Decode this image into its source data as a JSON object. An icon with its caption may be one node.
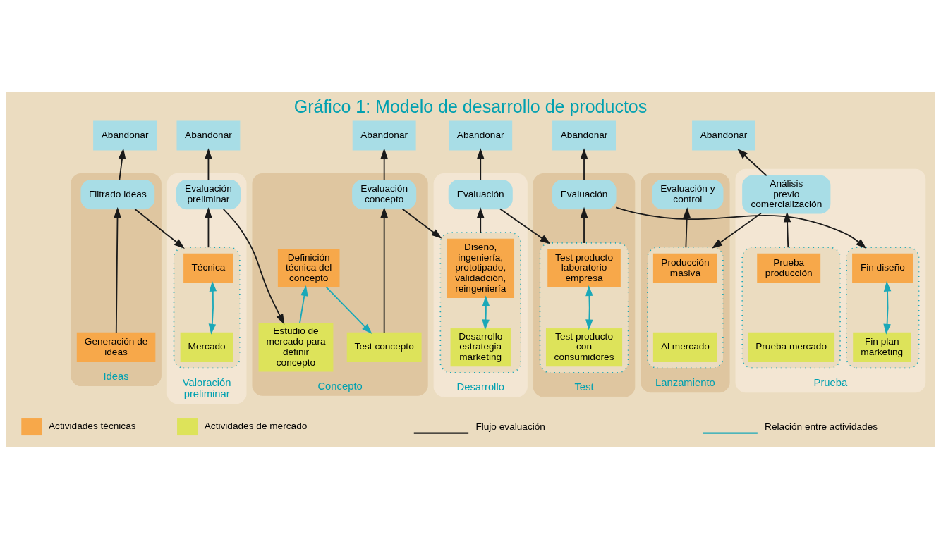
{
  "diagram": {
    "title": "Gráfico 1: Modelo de desarrollo de productos",
    "nodes": [
      {
        "text": [
          "Abandonar"
        ]
      },
      {
        "text": [
          "Abandonar"
        ]
      },
      {
        "text": [
          "Abandonar"
        ]
      },
      {
        "text": [
          "Abandonar"
        ]
      },
      {
        "text": [
          "Abandonar"
        ]
      },
      {
        "text": [
          "Abandonar"
        ]
      },
      {
        "text": [
          "Ideas"
        ]
      },
      {
        "text": [
          "Filtrado ideas"
        ],
        "in": 6
      },
      {
        "text": [
          "Generación de ideas"
        ],
        "in": 6
      },
      {
        "text": [
          "Valoración preliminar"
        ]
      },
      {
        "text": [
          "Evaluación preliminar"
        ],
        "in": 9
      },
      {
        "text": [],
        "shape": "box",
        "in": 9
      },
      {
        "text": [
          "Técnica"
        ],
        "in": 11
      },
      {
        "text": [
          "Mercado"
        ],
        "in": 11
      },
      {
        "text": [
          "Concepto"
        ]
      },
      {
        "text": [
          "Evaluación concepto"
        ],
        "in": 14
      },
      {
        "text": [
          "Definición técnica del concepto"
        ],
        "in": 14
      },
      {
        "text": [
          "Estudio de mercado para definir concepto"
        ],
        "in": 14
      },
      {
        "text": [
          "Test concepto"
        ],
        "in": 14
      },
      {
        "text": [
          "Desarrollo"
        ]
      },
      {
        "text": [
          "Evaluación"
        ],
        "in": 19
      },
      {
        "text": [],
        "shape": "box",
        "in": 19
      },
      {
        "text": [
          "Diseño, ingeniería, prototipado, validadción, reingeniería"
        ],
        "in": 21
      },
      {
        "text": [
          "Desarrollo estrategia marketing"
        ],
        "in": 21
      },
      {
        "text": [
          "Test"
        ]
      },
      {
        "text": [
          "Evaluación"
        ],
        "in": 24
      },
      {
        "text": [],
        "shape": "box",
        "in": 24
      },
      {
        "text": [
          "Test producto laboratorio empresa"
        ],
        "in": 26
      },
      {
        "text": [
          "Test producto con consumidores"
        ],
        "in": 26
      },
      {
        "text": [
          "Prueba"
        ]
      },
      {
        "text": [
          "Análisis previo comercialización"
        ],
        "in": 29
      },
      {
        "text": [],
        "shape": "box",
        "in": 29
      },
      {
        "text": [
          "Fin diseño"
        ],
        "in": 31
      },
      {
        "text": [
          "Fin plan marketing"
        ],
        "in": 31
      },
      {
        "text": [],
        "shape": "box",
        "in": 29
      },
      {
        "text": [
          "Prueba producción"
        ],
        "in": 34
      },
      {
        "text": [
          "Prueba mercado"
        ],
        "in": 34
      },
      {
        "text": [
          "Lanzamiento"
        ]
      },
      {
        "text": [
          "Evaluación y control"
        ],
        "in": 37
      },
      {
        "text": [],
        "shape": "box",
        "in": 37
      },
      {
        "text": [
          "Producción masiva"
        ],
        "in": 39
      },
      {
        "text": [
          "Al mercado"
        ],
        "in": 39
      }
    ],
    "edges": [
      {
        "from": 8,
        "to": 7,
        "arrow": "to"
      },
      {
        "from": 7,
        "to": 0,
        "arrow": "to"
      },
      {
        "from": 7,
        "to": 11,
        "arrow": "to"
      },
      {
        "from": 11,
        "to": 10,
        "arrow": "to"
      },
      {
        "from": 10,
        "to": 1,
        "arrow": "to"
      },
      {
        "from": 10,
        "to": 17,
        "arrow": "to"
      },
      {
        "from": 17,
        "to": 16,
        "arrow": "to",
        "color": "#1aa8b8"
      },
      {
        "from": 16,
        "to": 18,
        "arrow": "to",
        "color": "#1aa8b8"
      },
      {
        "from": 18,
        "to": 15,
        "arrow": "to"
      },
      {
        "from": 15,
        "to": 2,
        "arrow": "to"
      },
      {
        "from": 15,
        "to": 21,
        "arrow": "to"
      },
      {
        "from": 21,
        "to": 20,
        "arrow": "to"
      },
      {
        "from": 20,
        "to": 3,
        "arrow": "to"
      },
      {
        "from": 20,
        "to": 26,
        "arrow": "to"
      },
      {
        "from": 26,
        "to": 25,
        "arrow": "to"
      },
      {
        "from": 25,
        "to": 4,
        "arrow": "to"
      },
      {
        "from": 25,
        "to": 31,
        "arrow": "to"
      },
      {
        "from": 34,
        "to": 30,
        "arrow": "to"
      },
      {
        "from": 30,
        "to": 5,
        "arrow": "to"
      },
      {
        "from": 30,
        "to": 39,
        "arrow": "to"
      },
      {
        "from": 39,
        "to": 38,
        "arrow": "to"
      },
      {
        "from": 12,
        "to": 13,
        "arrow": "both",
        "color": "#1aa8b8"
      },
      {
        "from": 22,
        "to": 23,
        "arrow": "both",
        "color": "#1aa8b8"
      },
      {
        "from": 27,
        "to": 28,
        "arrow": "both",
        "color": "#1aa8b8"
      },
      {
        "from": 32,
        "to": 33,
        "arrow": "both",
        "color": "#1aa8b8"
      }
    ],
    "legend": [
      {
        "text": "Actividades técnicas",
        "color": "#f7a84a"
      },
      {
        "text": "Actividades de mercado",
        "color": "#dde35a"
      },
      {
        "text": "Flujo evaluación"
      },
      {
        "text": "Relación entre actividades"
      }
    ]
  }
}
